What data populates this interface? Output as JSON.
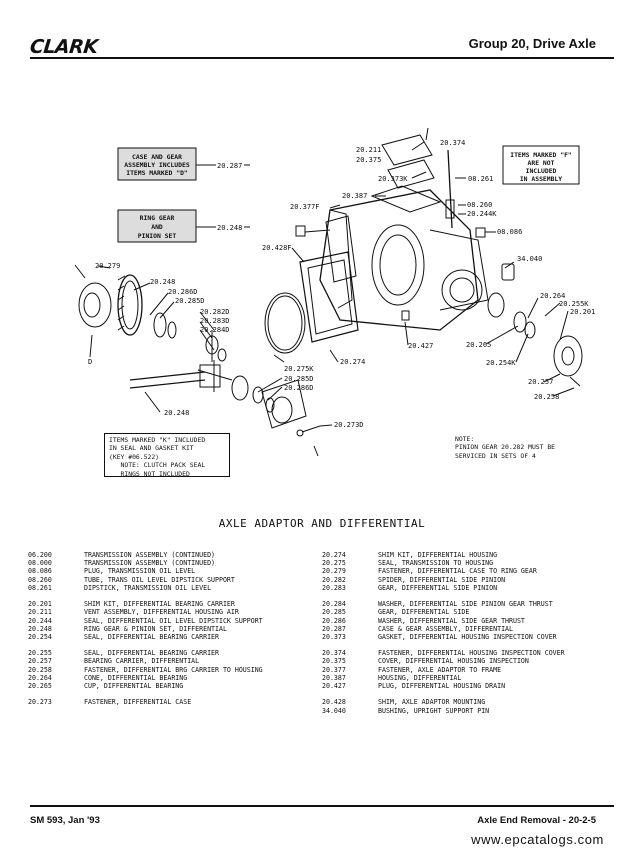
{
  "header": {
    "logo": "CLARK",
    "title": "Group 20, Drive Axle"
  },
  "diagram": {
    "labels": {
      "l20211": "20.211",
      "l20374": "20.374",
      "l20375": "20.375",
      "l20373k": "20.373K",
      "l08261": "08.261",
      "l20387": "20.387",
      "l08260": "08.260",
      "l20244k": "20.244K",
      "l08086": "08.086",
      "l20377f": "20.377F",
      "l20428f": "20.428F",
      "l34040": "34.040",
      "l20279": "20.279",
      "l20248a": "20.248",
      "l20286d": "20.286D",
      "l20285d": "20.285D",
      "l20282d": "20.282D",
      "l20283d": "20.283D",
      "l20284d": "20.284D",
      "l20264": "20.264",
      "l20255k": "20.255K",
      "l20201": "20.201",
      "l20427": "20.427",
      "l20265": "20.265",
      "l20254k": "20.254K",
      "l20257": "20.257",
      "l20258": "20.258",
      "lD": "D",
      "l20275k": "20.275K",
      "l20274": "20.274",
      "l20285d2": "20.285D",
      "l20286d2": "20.286D",
      "l20248b": "20.248",
      "l20273d": "20.273D",
      "l20287": "20.287",
      "l20248c": "20.248"
    },
    "box1": [
      "CASE AND GEAR",
      "ASSEMBLY INCLUDES",
      "ITEMS MARKED \"D\""
    ],
    "box2": [
      "RING GEAR",
      "AND",
      "PINION SET"
    ],
    "box3": [
      "ITEMS MARKED \"F\"",
      "ARE NOT",
      "INCLUDED",
      "IN ASSEMBLY"
    ],
    "note_k": "ITEMS MARKED \"K\" INCLUDED\nIN SEAL AND GASKET KIT\n(KEY #06.522)\n   NOTE: CLUTCH PACK SEAL\n   RINGS NOT INCLUDED",
    "note_pinion": "NOTE:\nPINION GEAR 20.282 MUST BE\nSERVICED IN SETS OF 4"
  },
  "section_title": "AXLE ADAPTOR AND DIFFERENTIAL",
  "parts_left": [
    [
      {
        "no": "06.200",
        "desc": "TRANSMISSION ASSEMBLY (CONTINUED)"
      },
      {
        "no": "08.000",
        "desc": "TRANSMISSION ASSEMBLY (CONTINUED)"
      },
      {
        "no": "08.086",
        "desc": "PLUG, TRANSMISSION OIL LEVEL"
      },
      {
        "no": "08.260",
        "desc": "TUBE, TRANS OIL LEVEL DIPSTICK SUPPORT"
      },
      {
        "no": "08.261",
        "desc": "DIPSTICK, TRANSMISSION OIL LEVEL"
      }
    ],
    [
      {
        "no": "20.201",
        "desc": "SHIM KIT, DIFFERENTIAL BEARING CARRIER"
      },
      {
        "no": "20.211",
        "desc": "VENT ASSEMBLY, DIFFERENTIAL HOUSING AIR"
      },
      {
        "no": "20.244",
        "desc": "SEAL, DIFFERENTIAL OIL LEVEL DIPSTICK SUPPORT"
      },
      {
        "no": "20.248",
        "desc": "RING GEAR & PINION SET, DIFFERENTIAL"
      },
      {
        "no": "20.254",
        "desc": "SEAL, DIFFERENTIAL BEARING CARRIER"
      }
    ],
    [
      {
        "no": "20.255",
        "desc": "SEAL, DIFFERENTIAL BEARING CARRIER"
      },
      {
        "no": "20.257",
        "desc": "BEARING CARRIER, DIFFERENTIAL"
      },
      {
        "no": "20.258",
        "desc": "FASTENER, DIFFERENTIAL BRG CARRIER TO HOUSING"
      },
      {
        "no": "20.264",
        "desc": "CONE, DIFFERENTIAL BEARING"
      },
      {
        "no": "20.265",
        "desc": "CUP, DIFFERENTIAL BEARING"
      }
    ],
    [
      {
        "no": "20.273",
        "desc": "FASTENER, DIFFERENTIAL CASE"
      }
    ]
  ],
  "parts_right": [
    [
      {
        "no": "20.274",
        "desc": "SHIM KIT, DIFFERENTIAL HOUSING"
      },
      {
        "no": "20.275",
        "desc": "SEAL, TRANSMISSION TO HOUSING"
      },
      {
        "no": "20.279",
        "desc": "FASTENER, DIFFERENTIAL CASE TO RING GEAR"
      },
      {
        "no": "20.282",
        "desc": "SPIDER, DIFFERENTIAL SIDE PINION"
      },
      {
        "no": "20.283",
        "desc": "GEAR, DIFFERENTIAL SIDE PINION"
      }
    ],
    [
      {
        "no": "20.284",
        "desc": "WASHER, DIFFERENTIAL SIDE PINION GEAR THRUST"
      },
      {
        "no": "20.285",
        "desc": "GEAR, DIFFERENTIAL SIDE"
      },
      {
        "no": "20.286",
        "desc": "WASHER, DIFFERENTIAL SIDE GEAR THRUST"
      },
      {
        "no": "20.287",
        "desc": "CASE & GEAR ASSEMBLY, DIFFERENTIAL"
      },
      {
        "no": "20.373",
        "desc": "GASKET, DIFFERENTIAL HOUSING INSPECTION COVER"
      }
    ],
    [
      {
        "no": "20.374",
        "desc": "FASTENER, DIFFERENTIAL HOUSING INSPECTION COVER"
      },
      {
        "no": "20.375",
        "desc": "COVER, DIFFERENTIAL HOUSING INSPECTION"
      },
      {
        "no": "20.377",
        "desc": "FASTENER, AXLE ADAPTOR TO FRAME"
      },
      {
        "no": "20.387",
        "desc": "HOUSING, DIFFERENTIAL"
      },
      {
        "no": "20.427",
        "desc": "PLUG, DIFFERENTIAL HOUSING DRAIN"
      }
    ],
    [
      {
        "no": "20.428",
        "desc": "SHIM, AXLE ADAPTOR MOUNTING"
      },
      {
        "no": "34.040",
        "desc": "BUSHING, UPRIGHT SUPPORT PIN"
      }
    ]
  ],
  "footer": {
    "left": "SM 593, Jan '93",
    "right": "Axle End Removal  -  20-2-5",
    "url": "www.epcatalogs.com"
  }
}
